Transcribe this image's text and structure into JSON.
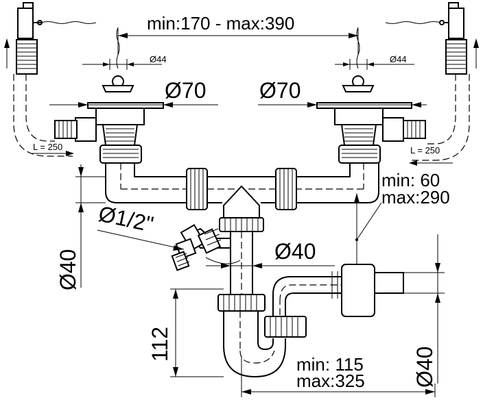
{
  "dimensions": {
    "span": "min:170 - max:390",
    "overflow_left": "Ø44",
    "overflow_right": "Ø44",
    "strainer_left": "Ø70",
    "strainer_right": "Ø70",
    "hose_left": "L = 250",
    "hose_right": "L = 250",
    "outlet_height_min": "min:  60",
    "outlet_height_max": "max:290",
    "appliance_connector": "Ø1/2\"",
    "waste_left": "Ø40",
    "trunk": "Ø40",
    "trap_depth": "112",
    "trap_offset_min": "min: 115",
    "trap_offset_max": "max:325",
    "outlet_right": "Ø40"
  }
}
